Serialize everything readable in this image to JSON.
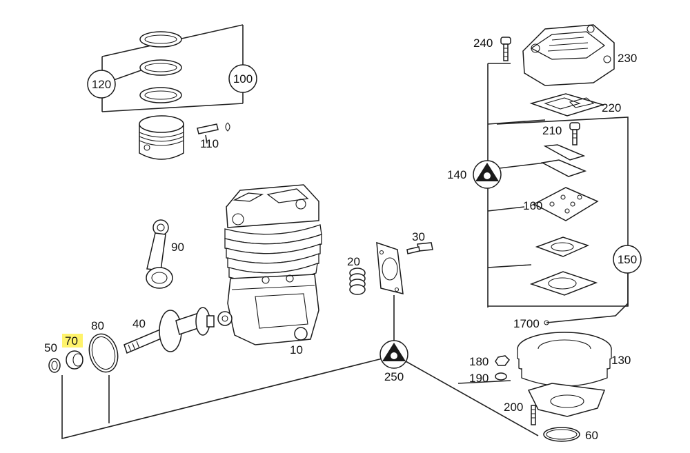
{
  "labels": {
    "p10": "10",
    "p20": "20",
    "p30": "30",
    "p40": "40",
    "p50": "50",
    "p60": "60",
    "p70": "70",
    "p80": "80",
    "p90": "90",
    "p100": "100",
    "p110": "110",
    "p120": "120",
    "p130": "130",
    "p140": "140",
    "p150": "150",
    "p160": "160",
    "p1700": "1700",
    "p180": "180",
    "p190": "190",
    "p200": "200",
    "p210": "210",
    "p220": "220",
    "p230": "230",
    "p240": "240",
    "p250": "250"
  },
  "highlight": {
    "part": "70",
    "color": "#fff36b"
  }
}
